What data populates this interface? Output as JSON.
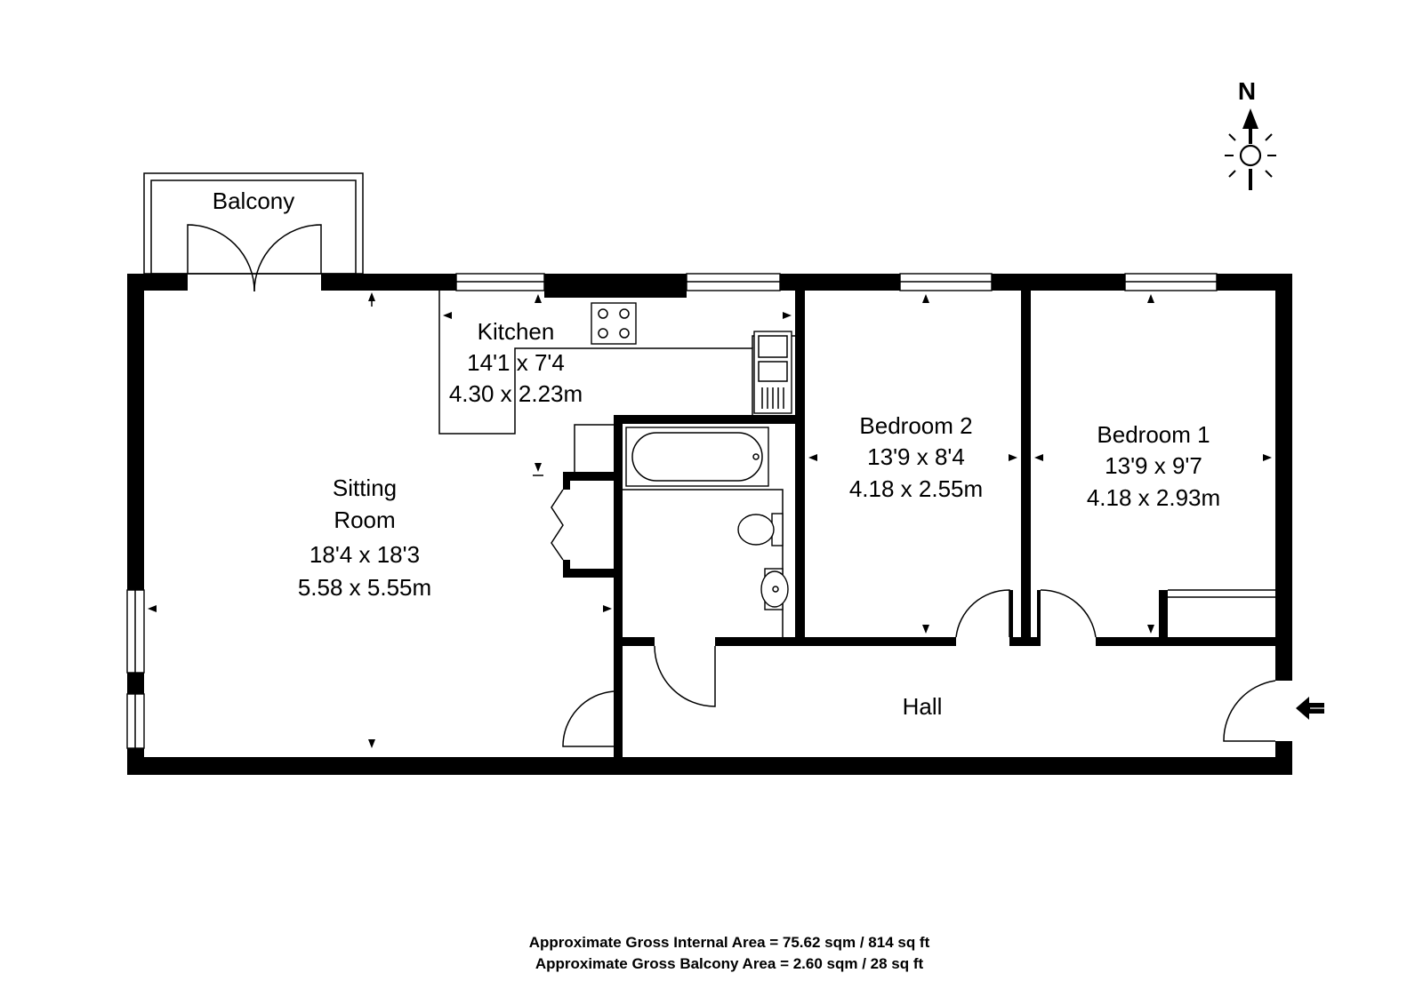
{
  "rooms": {
    "balcony": {
      "name": "Balcony"
    },
    "kitchen": {
      "name": "Kitchen",
      "imperial": "14'1 x 7'4",
      "metric": "4.30 x 2.23m"
    },
    "sitting_room": {
      "name_line1": "Sitting",
      "name_line2": "Room",
      "imperial": "18'4 x 18'3",
      "metric": "5.58 x 5.55m"
    },
    "bedroom2": {
      "name": "Bedroom 2",
      "imperial": "13'9 x 8'4",
      "metric": "4.18 x 2.55m"
    },
    "bedroom1": {
      "name": "Bedroom 1",
      "imperial": "13'9 x 9'7",
      "metric": "4.18 x 2.93m"
    },
    "hall": {
      "name": "Hall"
    }
  },
  "compass": {
    "label": "N"
  },
  "areas": {
    "internal": "Approximate Gross Internal Area  =  75.62 sqm / 814 sq ft",
    "balcony": "Approximate Gross Balcony Area  =  2.60 sqm / 28 sq ft"
  },
  "icons": [
    "compass-icon",
    "entrance-arrow-icon",
    "hob-icon",
    "sink-icon",
    "bath-icon",
    "toilet-icon",
    "basin-icon"
  ],
  "colors": {
    "walls": "#000000",
    "background": "#ffffff"
  }
}
